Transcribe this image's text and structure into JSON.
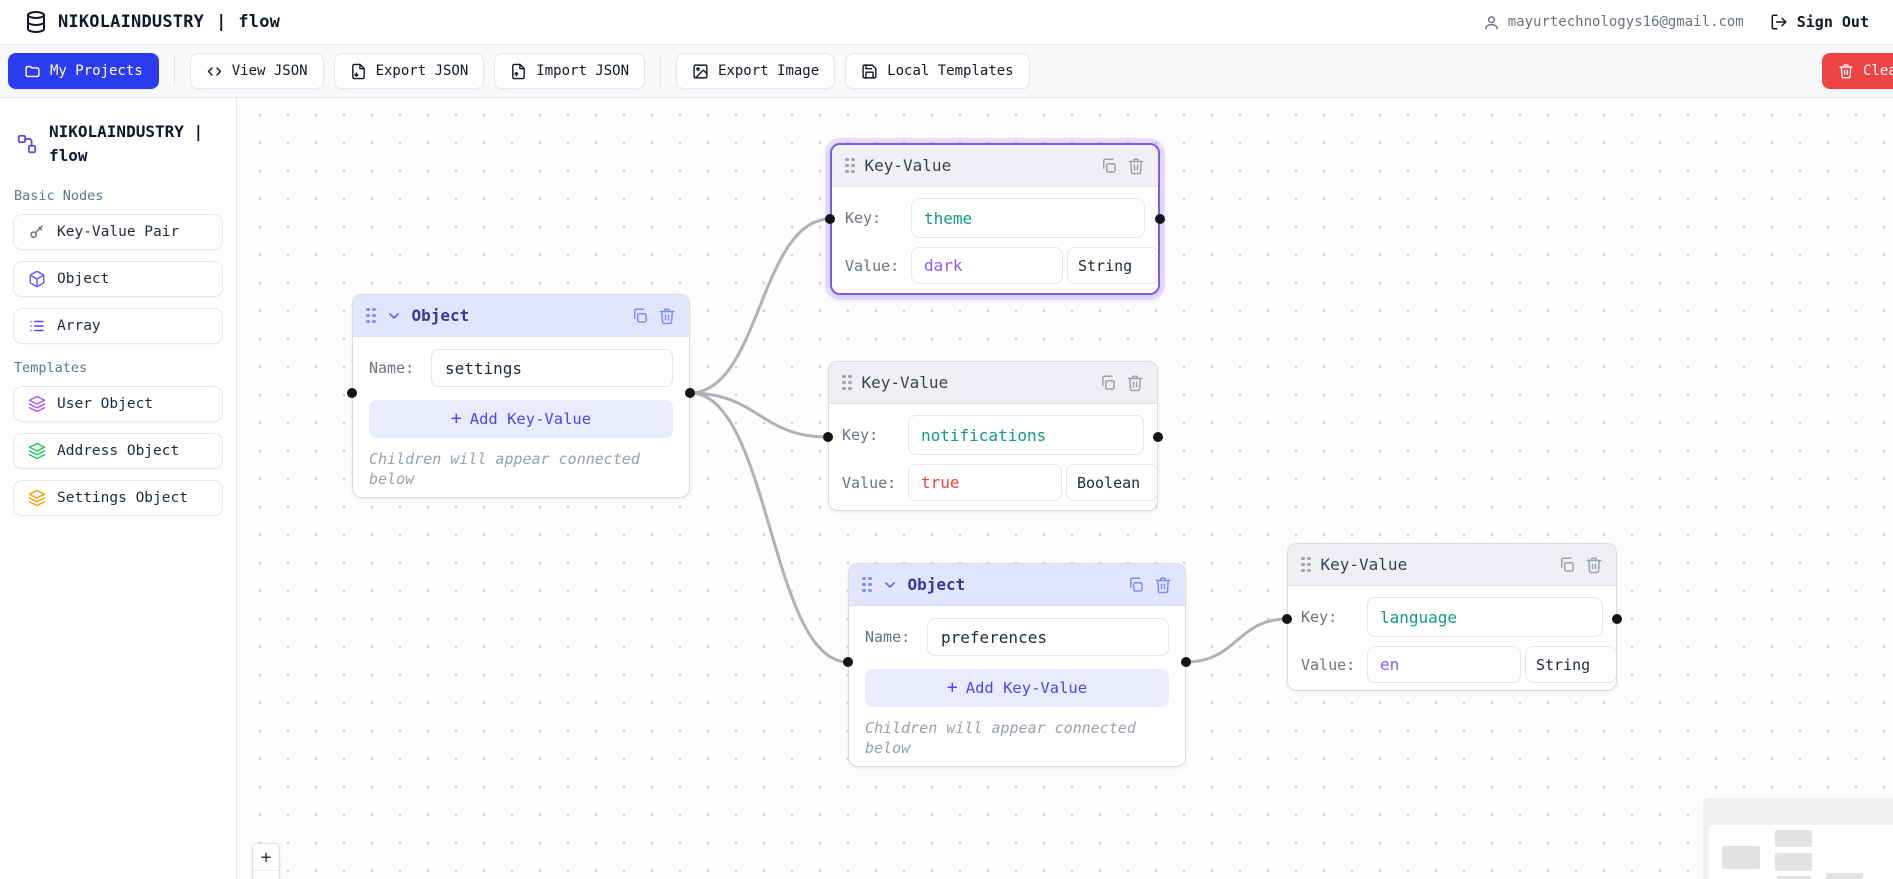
{
  "header": {
    "brand": "NIKOLAINDUSTRY",
    "separator": "|",
    "app_name": "flow",
    "user_email": "mayurtechnologys16@gmail.com",
    "sign_out_label": "Sign Out"
  },
  "toolbar": {
    "my_projects": "My Projects",
    "view_json": "View JSON",
    "export_json": "Export JSON",
    "import_json": "Import JSON",
    "export_image": "Export Image",
    "local_templates": "Local Templates",
    "clear": "Clear"
  },
  "sidebar": {
    "project_title": "NIKOLAINDUSTRY | flow",
    "sections": [
      {
        "label": "Basic Nodes",
        "items": [
          {
            "label": "Key-Value Pair",
            "icon": "key-icon",
            "icon_color": "#6b7280"
          },
          {
            "label": "Object",
            "icon": "cube-icon",
            "icon_color": "#6366f1"
          },
          {
            "label": "Array",
            "icon": "list-icon",
            "icon_color": "#4f46e5"
          }
        ]
      },
      {
        "label": "Templates",
        "items": [
          {
            "label": "User Object",
            "icon": "layers-icon",
            "icon_color": "#a855f7"
          },
          {
            "label": "Address Object",
            "icon": "layers-icon",
            "icon_color": "#22c55e"
          },
          {
            "label": "Settings Object",
            "icon": "layers-icon",
            "icon_color": "#f59e0b"
          }
        ]
      }
    ]
  },
  "canvas": {
    "nodes": [
      {
        "id": "object-settings",
        "type": "object",
        "title": "Object",
        "name_label": "Name:",
        "name": "settings",
        "add_label": "Add Key-Value",
        "add_plus": "+",
        "hint": "Children will appear connected below",
        "selected": false
      },
      {
        "id": "kv-theme",
        "type": "key-value",
        "title": "Key-Value",
        "key_label": "Key:",
        "key": "theme",
        "value_label": "Value:",
        "value": "dark",
        "value_type": "String",
        "value_color": "#8b5cf6",
        "selected": true
      },
      {
        "id": "kv-notifications",
        "type": "key-value",
        "title": "Key-Value",
        "key_label": "Key:",
        "key": "notifications",
        "value_label": "Value:",
        "value": "true",
        "value_type": "Boolean",
        "value_color": "#ef4444",
        "selected": false
      },
      {
        "id": "object-preferences",
        "type": "object",
        "title": "Object",
        "name_label": "Name:",
        "name": "preferences",
        "add_label": "Add Key-Value",
        "add_plus": "+",
        "hint": "Children will appear connected below",
        "selected": false
      },
      {
        "id": "kv-language",
        "type": "key-value",
        "title": "Key-Value",
        "key_label": "Key:",
        "key": "language",
        "value_label": "Value:",
        "value": "en",
        "value_type": "String",
        "value_color": "#8b5cf6",
        "selected": false
      }
    ],
    "edges": [
      {
        "from": "object-settings",
        "to": "kv-theme"
      },
      {
        "from": "object-settings",
        "to": "kv-notifications"
      },
      {
        "from": "object-settings",
        "to": "object-preferences"
      },
      {
        "from": "object-preferences",
        "to": "kv-language"
      }
    ],
    "controls": {
      "zoom_in": "+"
    }
  },
  "colors": {
    "accent_blue": "#2b3cf0",
    "danger_red": "#ef4444",
    "selected_node_border": "#7c5ce0",
    "key_text": "#129b7d",
    "string_value": "#8b5cf6",
    "boolean_value": "#ef4444",
    "edge": "#b1b1b7",
    "object_header_bg": "#e2e6fc",
    "object_title": "#3b3798"
  }
}
